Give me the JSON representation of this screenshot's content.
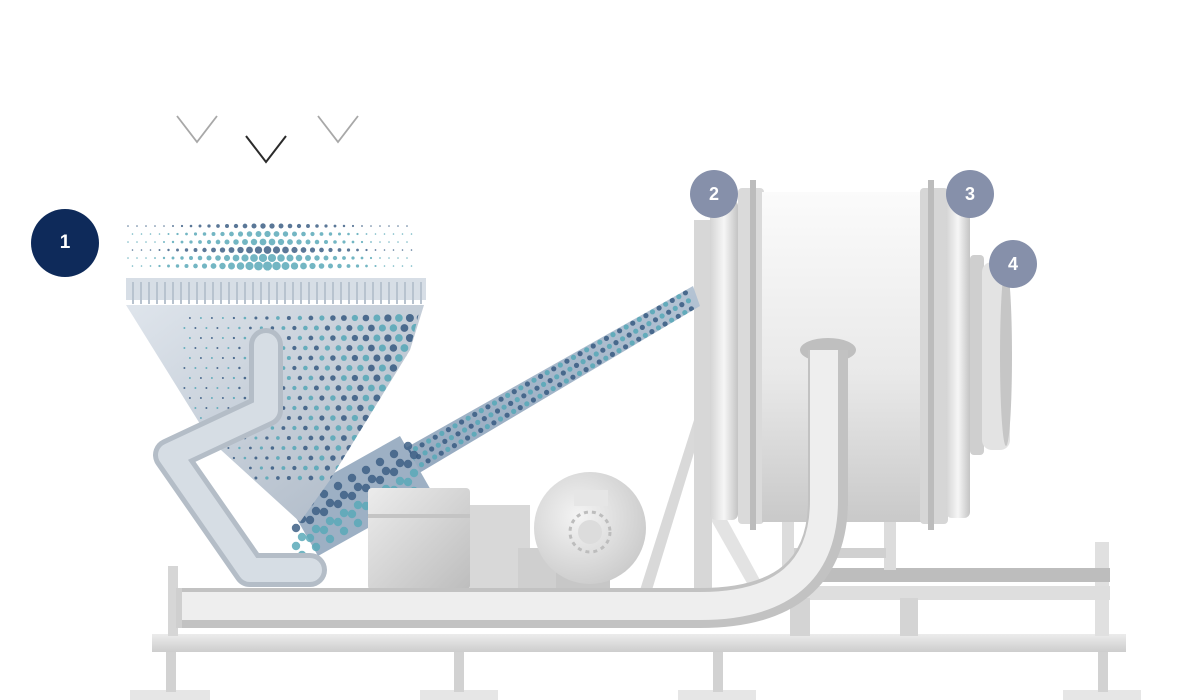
{
  "hotspots": [
    {
      "label": "1",
      "state": "active",
      "color": "#0e2a5a"
    },
    {
      "label": "2",
      "state": "inactive",
      "color": "#8690aa"
    },
    {
      "label": "3",
      "state": "inactive",
      "color": "#8690aa"
    },
    {
      "label": "4",
      "state": "inactive",
      "color": "#8690aa"
    }
  ],
  "indicators": [
    {
      "icon": "chevron-down-icon",
      "state": "inactive",
      "color": "#a8a8a8"
    },
    {
      "icon": "chevron-down-icon",
      "state": "active",
      "color": "#2b2b2b"
    },
    {
      "icon": "chevron-down-icon",
      "state": "inactive",
      "color": "#a8a8a8"
    }
  ],
  "colors": {
    "metal_light": "#eeeeee",
    "metal_mid": "#cfcfcf",
    "metal_dark": "#b0b0b0",
    "hopper": "#c9d2dc",
    "particle_teal": "#5aa9b8",
    "particle_blue": "#3d5f85"
  }
}
